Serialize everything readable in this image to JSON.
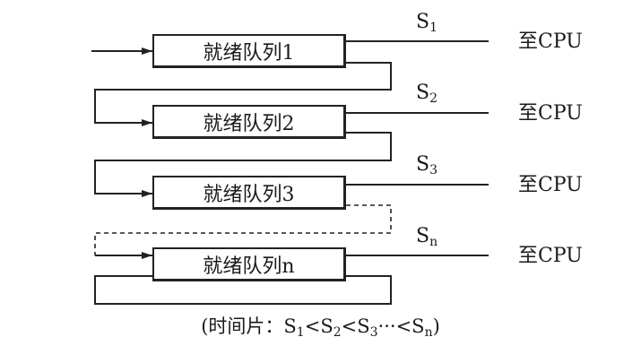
{
  "queues": [
    {
      "label": "就绪队列1",
      "slice_letter": "S",
      "slice_sub": "1",
      "cpu": "至CPU"
    },
    {
      "label": "就绪队列2",
      "slice_letter": "S",
      "slice_sub": "2",
      "cpu": "至CPU"
    },
    {
      "label": "就绪队列3",
      "slice_letter": "S",
      "slice_sub": "3",
      "cpu": "至CPU"
    },
    {
      "label": "就绪队列n",
      "slice_letter": "S",
      "slice_sub": "n",
      "cpu": "至CPU"
    }
  ],
  "caption": {
    "prefix": "(时间片：",
    "s1": "S",
    "s1_sub": "1",
    "lt1": "<",
    "s2": "S",
    "s2_sub": "2",
    "lt2": "<",
    "s3": "S",
    "s3_sub": "3",
    "dots": "···<",
    "sn": "S",
    "sn_sub": "n",
    "suffix": ")"
  }
}
